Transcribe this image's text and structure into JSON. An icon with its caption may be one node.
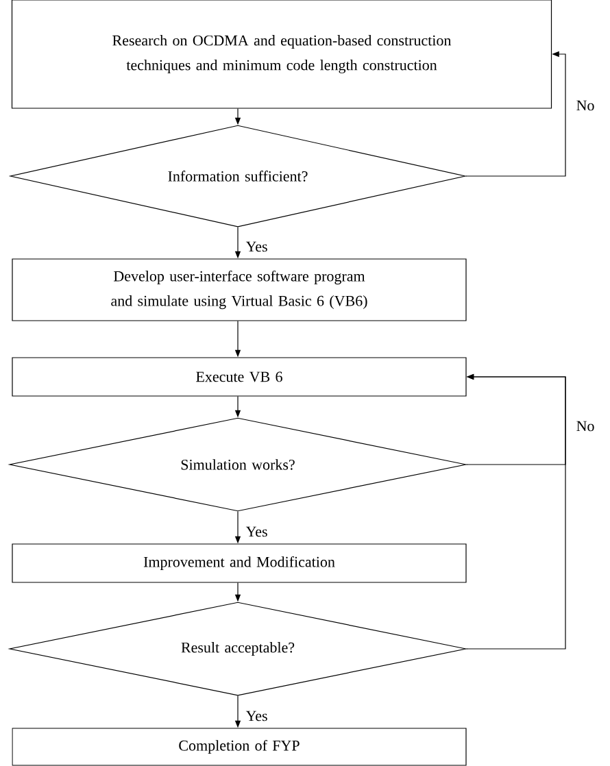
{
  "diagram": {
    "nodes": [
      {
        "text": [
          "Research on OCDMA and equation-based construction techniques and minimum code length construction"
        ]
      },
      {
        "text": [
          "Information sufficient?"
        ]
      },
      {
        "text": [
          "Develop user-interface software program and simulate using Virtual Basic 6 (VB6)"
        ]
      },
      {
        "text": [
          "Execute VB 6"
        ]
      },
      {
        "text": [
          "Simulation works?"
        ]
      },
      {
        "text": [
          "Improvement and Modification"
        ]
      },
      {
        "text": [
          "Result acceptable?"
        ]
      },
      {
        "text": [
          "Completion of FYP"
        ]
      }
    ],
    "edges": [
      {
        "from": 0,
        "to": 1,
        "arrow": "to"
      },
      {
        "from": 1,
        "to": 2,
        "arrow": "to",
        "label": "Yes"
      },
      {
        "from": 1,
        "to": 0,
        "arrow": "to",
        "label": "No"
      },
      {
        "from": 2,
        "to": 3,
        "arrow": "to"
      },
      {
        "from": 3,
        "to": 4,
        "arrow": "to"
      },
      {
        "from": 4,
        "to": 5,
        "arrow": "to",
        "label": "Yes"
      },
      {
        "from": 4,
        "to": 3,
        "arrow": "to",
        "label": "No"
      },
      {
        "from": 5,
        "to": 6,
        "arrow": "to"
      },
      {
        "from": 6,
        "to": 7,
        "arrow": "to",
        "label": "Yes"
      },
      {
        "from": 6,
        "to": 3,
        "arrow": "to"
      }
    ]
  }
}
